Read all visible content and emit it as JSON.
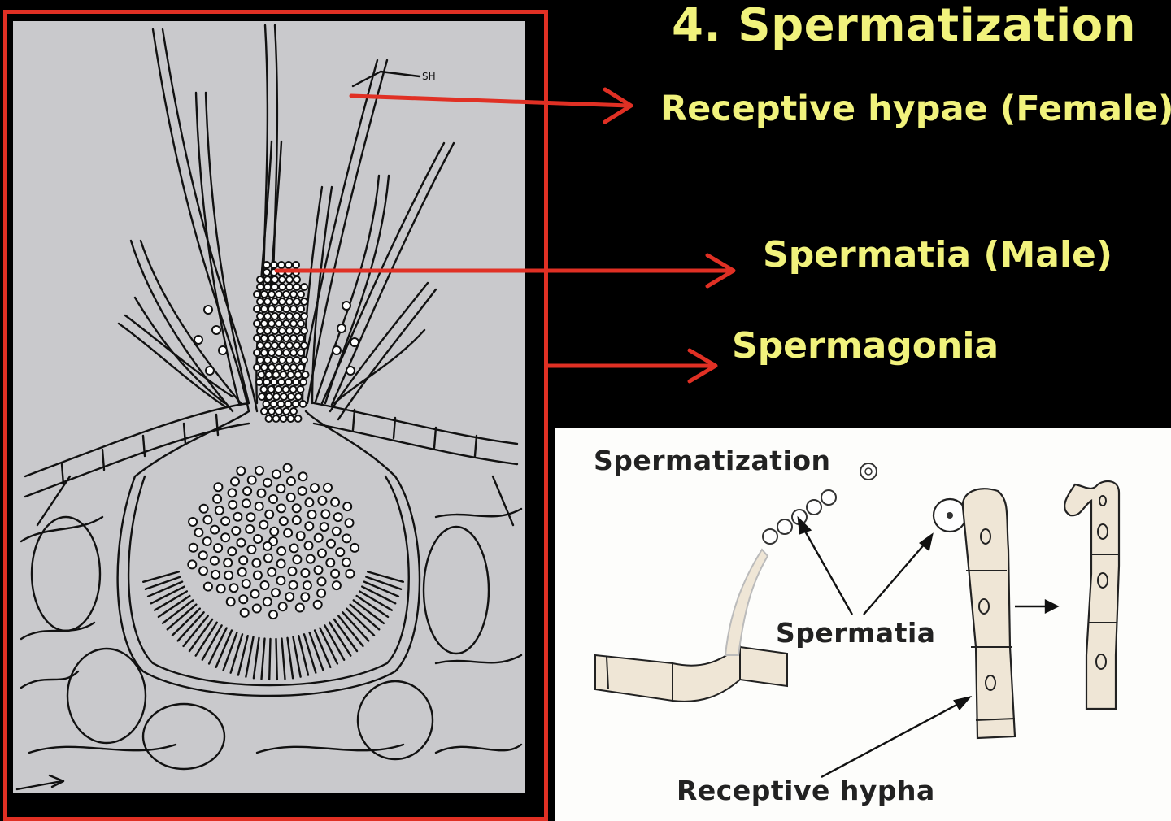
{
  "title": "4. Spermatization",
  "labels": {
    "female": "Receptive hypae (Female)",
    "male": "Spermatia (Male)",
    "spermagonia": "Spermagonia"
  },
  "drawing_tags": {
    "sh": "SH"
  },
  "inset": {
    "title": "Spermatization",
    "spermatia": "Spermatia",
    "receptive_hypha": "Receptive hypha"
  },
  "colors": {
    "background": "#000000",
    "label_yellow": "#f1f27c",
    "arrow_red": "#e03024",
    "drawing_bg": "#c9c9cc",
    "inset_bg": "#fdfdfb",
    "hypha_fill": "#efe6d6"
  }
}
